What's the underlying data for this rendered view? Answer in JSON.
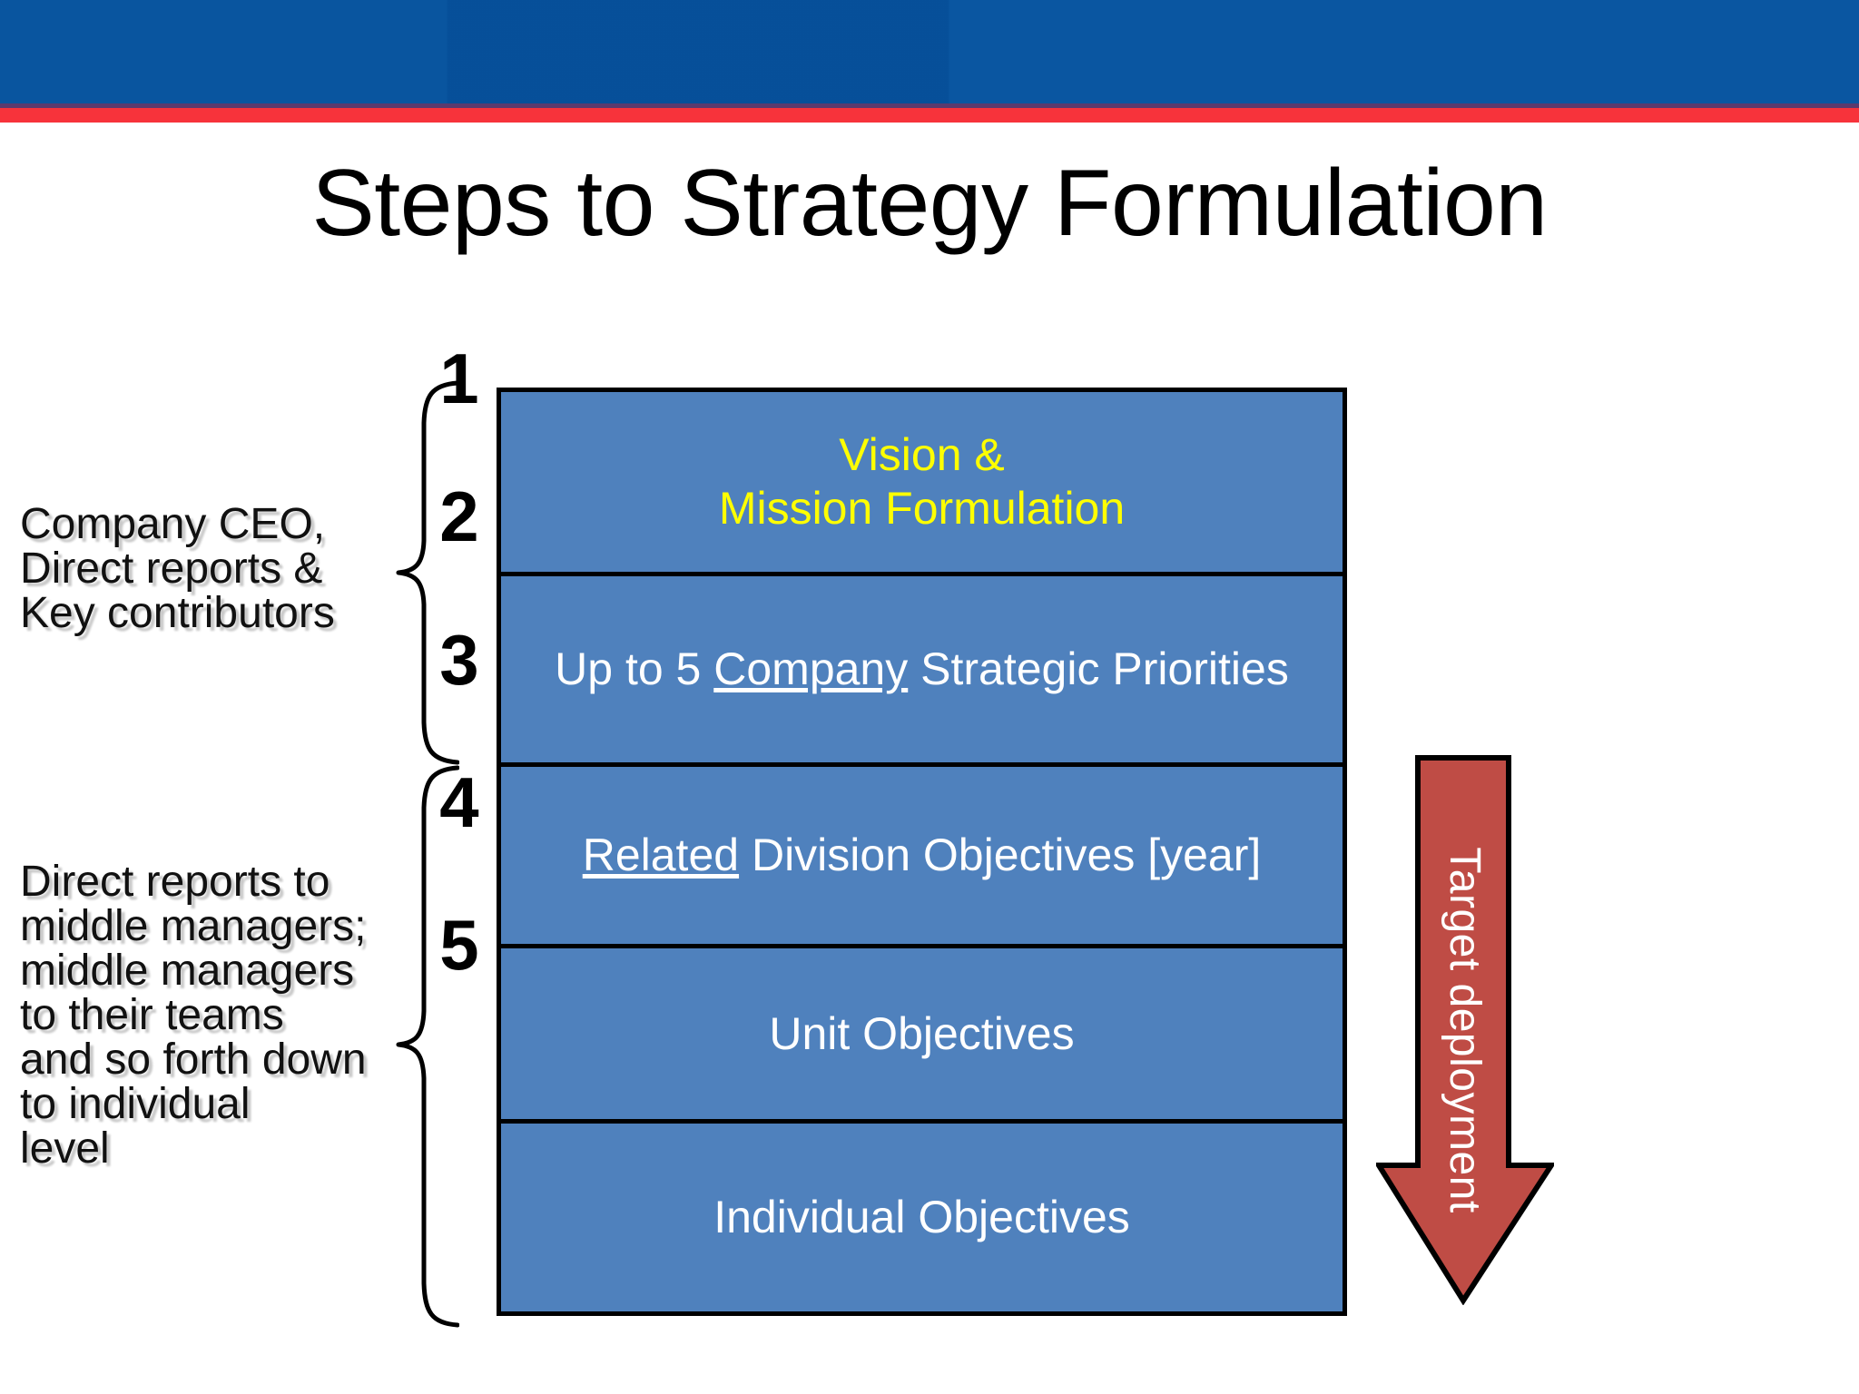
{
  "slide": {
    "title": "Steps to Strategy Formulation",
    "colors": {
      "banner_blue": "#04519B",
      "banner_red": "#F7333B",
      "box_blue": "#4F81BD",
      "box_border": "#000000",
      "highlight_yellow": "#FFFF00",
      "arrow_red": "#BF4C45",
      "text_white": "#FFFFFF"
    }
  },
  "side_notes": [
    {
      "id": "note-top",
      "text": "Company CEO,\nDirect reports &\nKey contributors",
      "scope_steps": [
        1,
        2
      ]
    },
    {
      "id": "note-bottom",
      "text": "Direct reports to\nmiddle managers;\nmiddle managers\nto their teams\nand so forth down\nto individual\nlevel",
      "scope_steps": [
        3,
        4,
        5
      ]
    }
  ],
  "steps": [
    {
      "number": "1",
      "text_before": "",
      "text_underlined": "",
      "text_after": "",
      "line1": "Vision  &",
      "line2": "Mission Formulation",
      "two_lines": true,
      "color": "yellow"
    },
    {
      "number": "2",
      "text_before": "Up to 5 ",
      "text_underlined": "Company",
      "text_after": " Strategic Priorities",
      "two_lines": false,
      "color": "white"
    },
    {
      "number": "3",
      "text_before": "",
      "text_underlined": "Related",
      "text_after": " Division Objectives [year]",
      "two_lines": false,
      "color": "white"
    },
    {
      "number": "4",
      "text_before": "Unit Objectives",
      "text_underlined": "",
      "text_after": "",
      "two_lines": false,
      "color": "white"
    },
    {
      "number": "5",
      "text_before": "Individual Objectives",
      "text_underlined": "",
      "text_after": "",
      "two_lines": false,
      "color": "white"
    }
  ],
  "arrow": {
    "label": "Target deployment",
    "direction": "down",
    "color": "#BF4C45"
  }
}
